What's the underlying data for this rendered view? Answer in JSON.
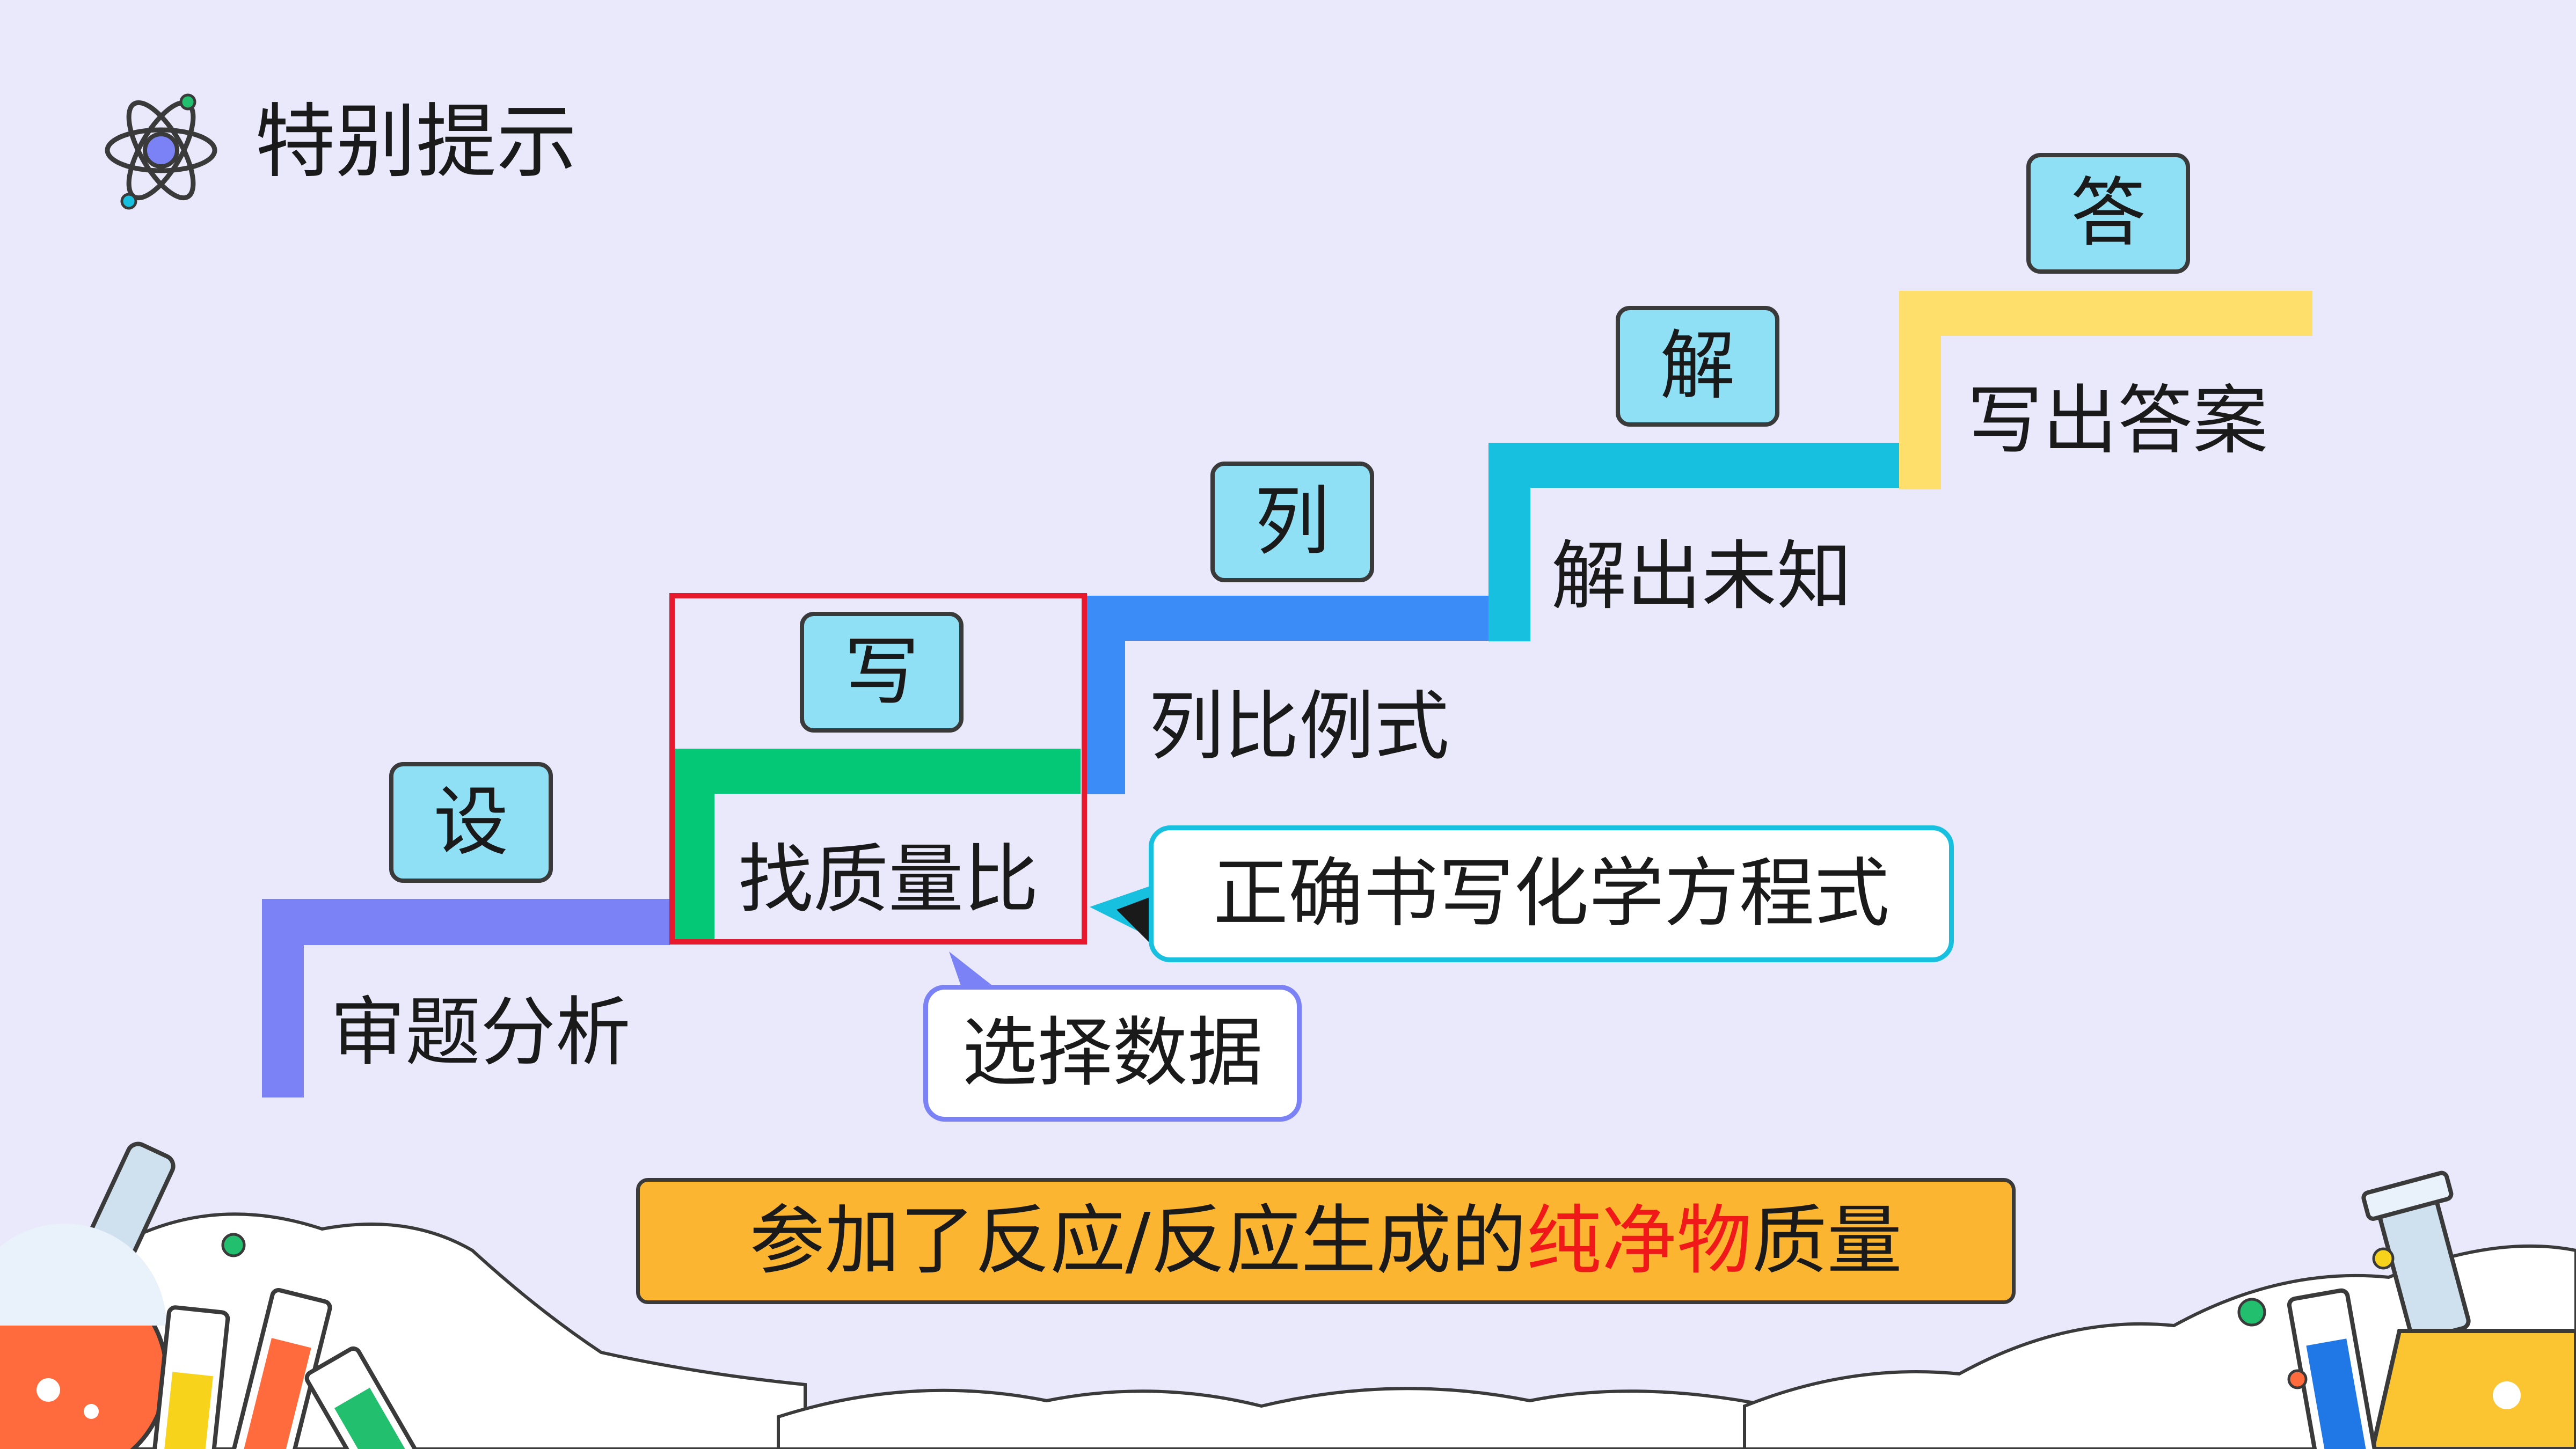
{
  "header": {
    "title": "特别提示",
    "icon": "atom-icon"
  },
  "steps": [
    {
      "badge": "设",
      "label": "审题分析",
      "color": "#7a82f5"
    },
    {
      "badge": "写",
      "label": "找质量比",
      "color": "#05c877"
    },
    {
      "badge": "列",
      "label": "列比例式",
      "color": "#3b8cf7"
    },
    {
      "badge": "解",
      "label": "解出未知",
      "color": "#18c0e0"
    },
    {
      "badge": "答",
      "label": "写出答案",
      "color": "#ffdf6b"
    }
  ],
  "callouts": {
    "equation": "正确书写化学方程式",
    "select": "选择数据"
  },
  "note": {
    "prefix": "参加了反应/反应生成的",
    "highlight": "纯净物",
    "suffix": "质量"
  },
  "colors": {
    "background": "#e9e9fb",
    "badge_fill": "#8fe0f4",
    "highlight_box": "#e8192c",
    "note_fill": "#fbb531",
    "emphasis_text": "#f01818"
  }
}
